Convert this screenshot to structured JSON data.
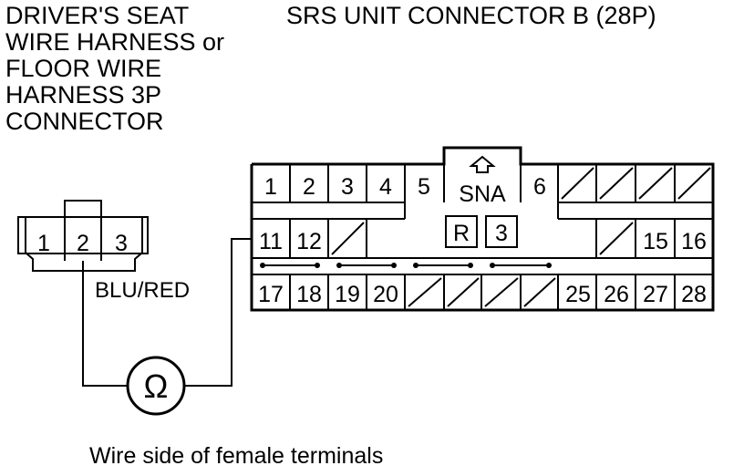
{
  "left_connector": {
    "title_lines": [
      "DRIVER'S SEAT",
      "WIRE HARNESS or",
      "FLOOR WIRE",
      "HARNESS 3P",
      "CONNECTOR"
    ],
    "pins": [
      "1",
      "2",
      "3"
    ],
    "wire_color": "BLU/RED"
  },
  "right_connector": {
    "title": "SRS UNIT CONNECTOR B (28P)",
    "row1": [
      "1",
      "2",
      "3",
      "4",
      "5",
      "6"
    ],
    "center_label": "SNA",
    "center_small": [
      "R",
      "3"
    ],
    "row2": [
      "11",
      "12",
      "15",
      "16"
    ],
    "row3": [
      "17",
      "18",
      "19",
      "20",
      "25",
      "26",
      "27",
      "28"
    ]
  },
  "meter_symbol": "Ω",
  "caption": "Wire side of female terminals"
}
